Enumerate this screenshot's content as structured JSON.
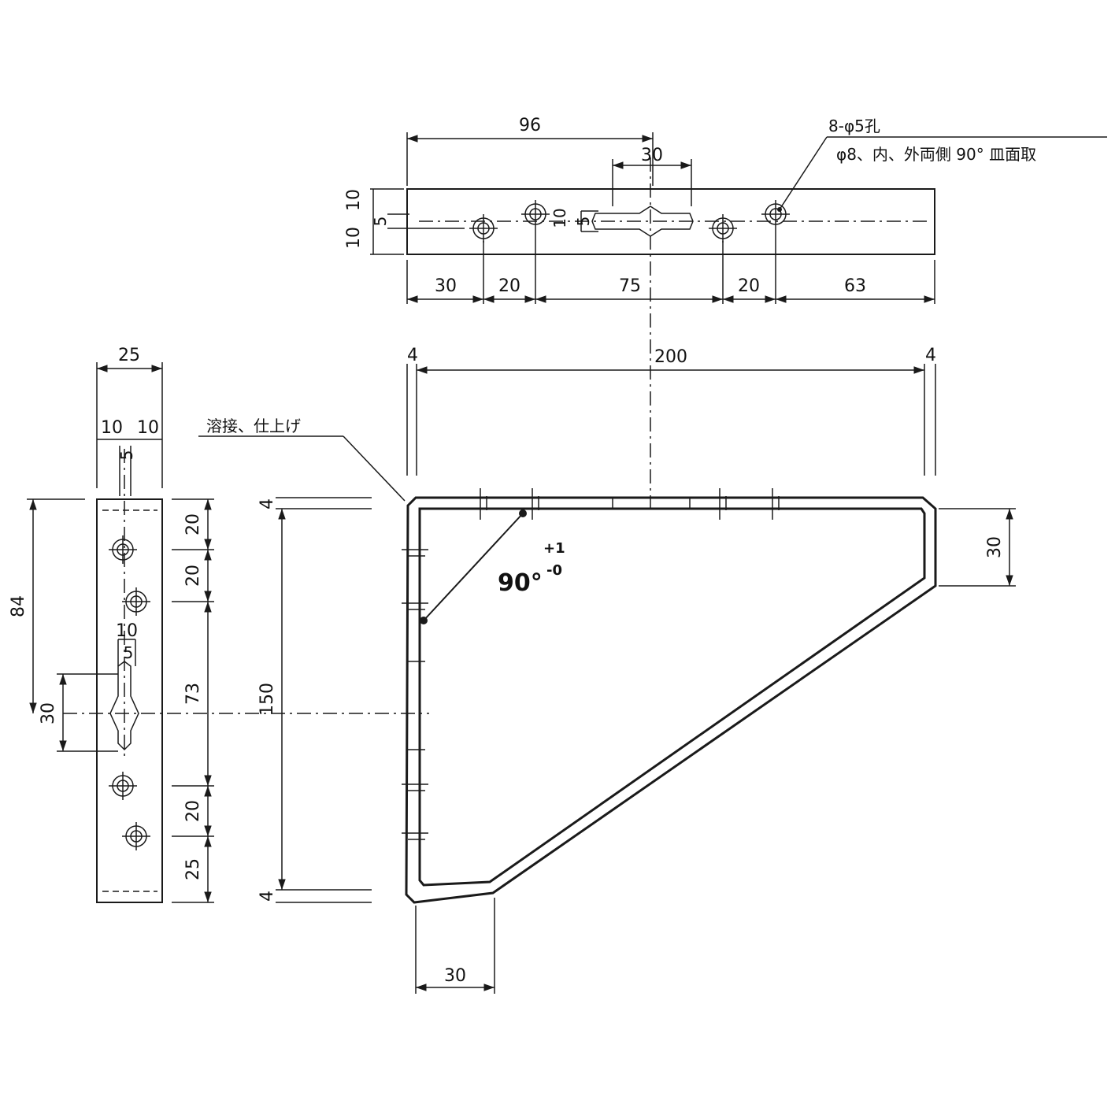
{
  "top_view": {
    "dims": {
      "overall_to_slot": "96",
      "slot_width": "30",
      "edge_top": "10",
      "edge_mid": "10",
      "edge_bottom": "10",
      "slot_height": "10",
      "slot_inner": "5",
      "seg_1": "30",
      "seg_2": "20",
      "seg_3": "75",
      "seg_4": "20",
      "seg_5": "63"
    },
    "hole_note": {
      "line1": "8-φ5孔",
      "line2": "φ8、内、外両側 90° 皿面取"
    }
  },
  "front_view": {
    "dims": {
      "left_thickness": "4",
      "span": "200",
      "right_thickness": "4",
      "height": "150",
      "top_thickness": "4",
      "bottom_thickness": "4",
      "right_leg": "30",
      "bottom_leg": "30"
    },
    "weld_note": "溶接、仕上げ",
    "angle": {
      "value": "90°",
      "tol_plus": "+1",
      "tol_minus": "-0"
    }
  },
  "side_view": {
    "dims": {
      "width": "25",
      "edge_left": "10",
      "edge_right": "10",
      "slot_inner_top": "5",
      "overall_84": "84",
      "seg_20a": "20",
      "seg_20b": "20",
      "seg_73": "73",
      "seg_20c": "20",
      "seg_25": "25",
      "slot_height": "30",
      "slot_width": "10",
      "slot_inner": "5"
    }
  }
}
